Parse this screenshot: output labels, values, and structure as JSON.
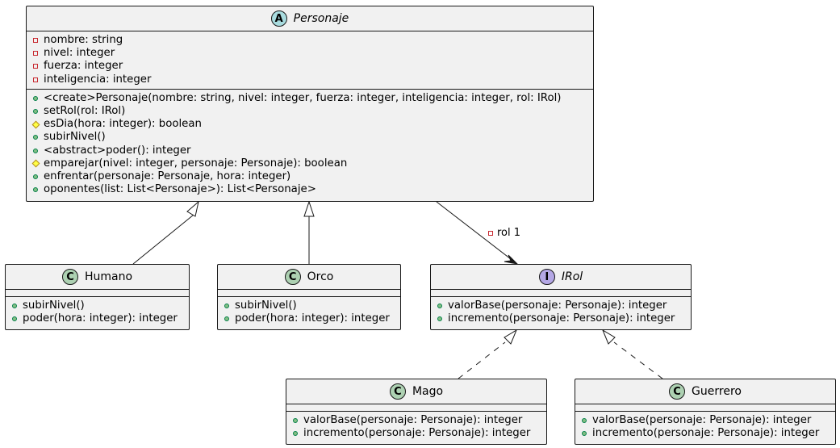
{
  "colors": {
    "class_fill": "#f1f1f1",
    "border": "#181818",
    "abstract_badge": "#a9dcdf",
    "class_badge": "#add1b2",
    "interface_badge": "#b4a7e5",
    "public": "#84be84",
    "private": "#c82930",
    "protected": "#ffff44"
  },
  "classes": {
    "personaje": {
      "stereotype_letter": "A",
      "name": "Personaje",
      "attributes": [
        {
          "vis": "private",
          "text": "nombre: string"
        },
        {
          "vis": "private",
          "text": "nivel: integer"
        },
        {
          "vis": "private",
          "text": "fuerza: integer"
        },
        {
          "vis": "private",
          "text": "inteligencia: integer"
        }
      ],
      "methods": [
        {
          "vis": "public",
          "text": "<create>Personaje(nombre: string, nivel: integer, fuerza: integer, inteligencia: integer, rol: IRol)"
        },
        {
          "vis": "public",
          "text": "setRol(rol: IRol)"
        },
        {
          "vis": "protected",
          "text": "esDia(hora: integer): boolean"
        },
        {
          "vis": "public",
          "text": "subirNivel()"
        },
        {
          "vis": "public",
          "text": "<abstract>poder(): integer"
        },
        {
          "vis": "protected",
          "text": "emparejar(nivel: integer, personaje: Personaje): boolean"
        },
        {
          "vis": "public",
          "text": "enfrentar(personaje: Personaje, hora: integer)"
        },
        {
          "vis": "public",
          "text": "oponentes(list: List<Personaje>): List<Personaje>"
        }
      ]
    },
    "humano": {
      "stereotype_letter": "C",
      "name": "Humano",
      "methods": [
        {
          "vis": "public",
          "text": "subirNivel()"
        },
        {
          "vis": "public",
          "text": "poder(hora: integer): integer"
        }
      ]
    },
    "orco": {
      "stereotype_letter": "C",
      "name": "Orco",
      "methods": [
        {
          "vis": "public",
          "text": "subirNivel()"
        },
        {
          "vis": "public",
          "text": "poder(hora: integer): integer"
        }
      ]
    },
    "irol": {
      "stereotype_letter": "I",
      "name": "IRol",
      "methods": [
        {
          "vis": "public",
          "text": "valorBase(personaje: Personaje): integer"
        },
        {
          "vis": "public",
          "text": "incremento(personaje: Personaje): integer"
        }
      ]
    },
    "mago": {
      "stereotype_letter": "C",
      "name": "Mago",
      "methods": [
        {
          "vis": "public",
          "text": "valorBase(personaje: Personaje): integer"
        },
        {
          "vis": "public",
          "text": "incremento(personaje: Personaje): integer"
        }
      ]
    },
    "guerrero": {
      "stereotype_letter": "C",
      "name": "Guerrero",
      "methods": [
        {
          "vis": "public",
          "text": "valorBase(personaje: Personaje): integer"
        },
        {
          "vis": "public",
          "text": "incremento(personaje: Personaje): integer"
        }
      ]
    }
  },
  "association": {
    "label": "rol 1",
    "label_vis": "private"
  }
}
